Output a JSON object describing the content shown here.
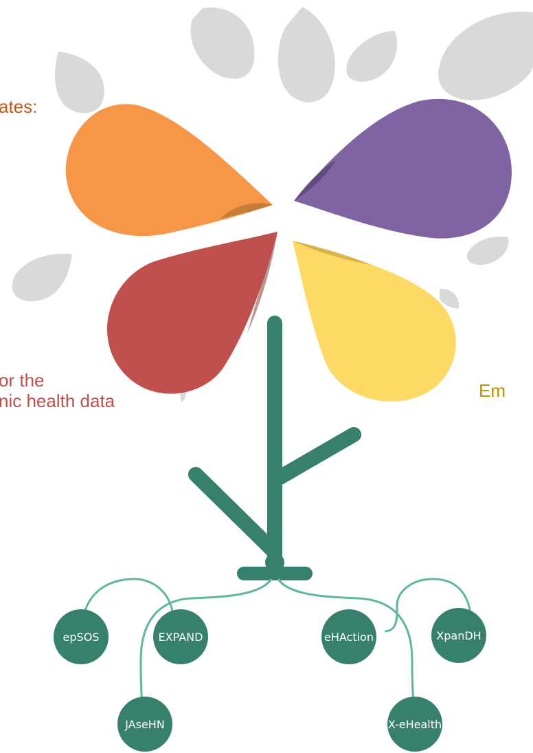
{
  "labels": {
    "orange_fragment": "ates:",
    "red_fragment_line1": "or the",
    "red_fragment_line2": "nic health data",
    "yellow_fragment": "Em"
  },
  "nodes": {
    "epsos": "epSOS",
    "expand": "EXPAND",
    "ehaction": "eHAction",
    "xpandh": "XpanDH",
    "jasehn": "JAseHN",
    "xehealth": "X-eHealth"
  },
  "colors": {
    "orange_petal": "#f79646",
    "purple_petal": "#8064a2",
    "red_petal": "#c0504d",
    "yellow_petal": "#ffd966",
    "stem": "#37806d",
    "roots": "#5cb89b",
    "leaves_bg": "#d9d9d9"
  }
}
